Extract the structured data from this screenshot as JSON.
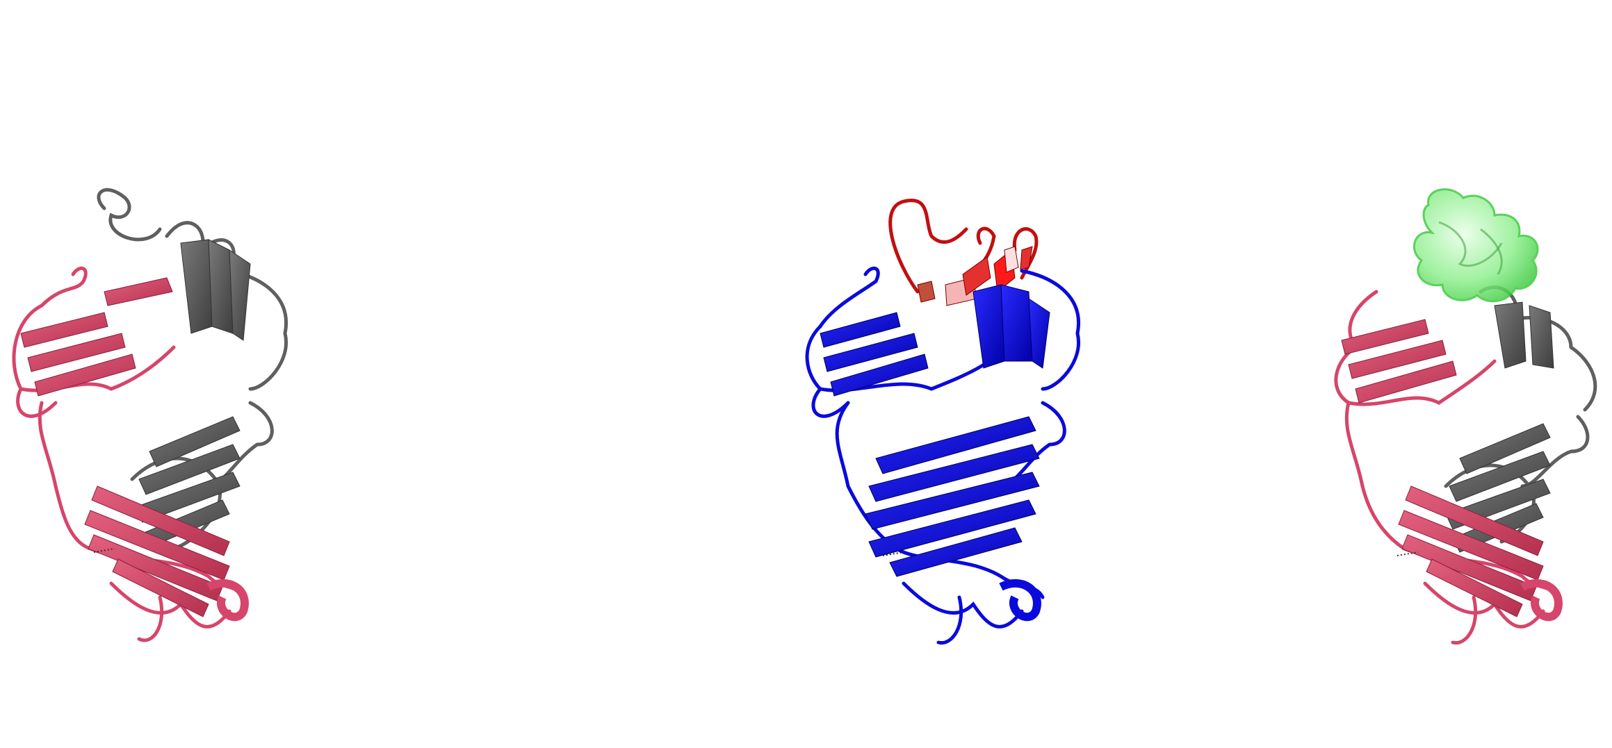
{
  "scene": {
    "background": "#ffffff",
    "panels": [
      {
        "id": "left",
        "chain_colors": {
          "light": "#d6456b",
          "heavy": "#5f5f5f"
        }
      },
      {
        "id": "middle",
        "chain_colors": {
          "base": "#0a0adc",
          "hot": "#d01010",
          "warm": "#f08080",
          "pale": "#ffd0d0"
        }
      },
      {
        "id": "right",
        "chain_colors": {
          "light": "#d6456b",
          "heavy": "#5f5f5f",
          "surface": "#66e866"
        }
      }
    ]
  }
}
